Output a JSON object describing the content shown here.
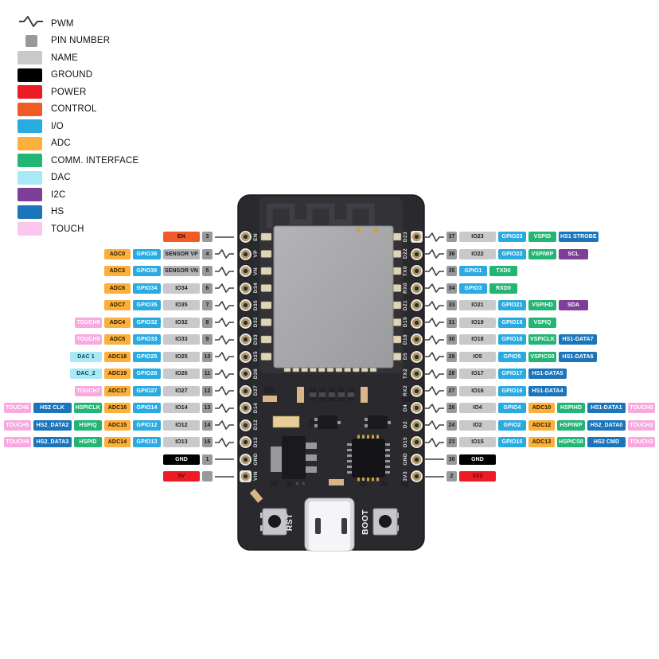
{
  "theme": {
    "colors": {
      "pin": "#97999C",
      "name": "#C8C9CB",
      "sensor": "#B4B5B7",
      "gnd": "#000000",
      "power": "#ED1C24",
      "control": "#F15A24",
      "io": "#29ABE2",
      "adc": "#FBB03B",
      "comm": "#22B573",
      "dac": "#A8E9F8",
      "i2c": "#7D3F98",
      "hs": "#1B75BB",
      "touch": "#F8A9DF",
      "touch_legend": "#FBC6EC",
      "pwm_stroke": "#3F3F3F",
      "line_stroke": "#5A5A5E",
      "board": "#2A2A2E",
      "shield": "#A9A9AB"
    },
    "text": {
      "pin": "#1F1F1F",
      "name": "#1F1F1F",
      "sensor": "#1F1F1F",
      "adc": "#241700",
      "dac": "#0E3B49",
      "control": "#2B0E00",
      "power": "#57080C",
      "gnd": "#FFFFFF",
      "io": "#FFFFFF",
      "comm": "#FFFFFF",
      "i2c": "#FFFFFF",
      "hs": "#FFFFFF",
      "touch": "#FFFFFF"
    },
    "widths": {
      "touch": 34,
      "dac": 40,
      "adc": 33,
      "io": 35,
      "name": 46,
      "comm": 35,
      "hs": 48,
      "i2c": 37,
      "control": 46,
      "gnd": 46,
      "power": 46,
      "sensor": 46,
      "pin": 13
    }
  },
  "legend": {
    "items": [
      {
        "key": "pwm",
        "label": "PWM"
      },
      {
        "key": "pin",
        "label": "PIN NUMBER"
      },
      {
        "key": "name",
        "label": "NAME"
      },
      {
        "key": "gnd",
        "label": "GROUND"
      },
      {
        "key": "power",
        "label": "POWER"
      },
      {
        "key": "control",
        "label": "CONTROL"
      },
      {
        "key": "io",
        "label": "I/O"
      },
      {
        "key": "adc",
        "label": "ADC"
      },
      {
        "key": "comm",
        "label": "COMM. INTERFACE"
      },
      {
        "key": "dac",
        "label": "DAC"
      },
      {
        "key": "i2c",
        "label": "I2C"
      },
      {
        "key": "hs",
        "label": "HS"
      },
      {
        "key": "touch",
        "label": "TOUCH"
      }
    ]
  },
  "pins": {
    "left": [
      {
        "pin": "3",
        "pwm": false,
        "boxes": [
          {
            "label": "EN",
            "type": "control"
          }
        ]
      },
      {
        "pin": "4",
        "pwm": true,
        "boxes": [
          {
            "label": "ADC0",
            "type": "adc"
          },
          {
            "label": "GPIO36",
            "type": "io"
          },
          {
            "label": "SENSOR VP",
            "type": "sensor"
          }
        ]
      },
      {
        "pin": "5",
        "pwm": true,
        "boxes": [
          {
            "label": "ADC3",
            "type": "adc"
          },
          {
            "label": "GPIO39",
            "type": "io"
          },
          {
            "label": "SENSOR VN",
            "type": "sensor"
          }
        ]
      },
      {
        "pin": "6",
        "pwm": true,
        "boxes": [
          {
            "label": "ADC6",
            "type": "adc"
          },
          {
            "label": "GPIO34",
            "type": "io"
          },
          {
            "label": "IO34",
            "type": "name"
          }
        ]
      },
      {
        "pin": "7",
        "pwm": true,
        "boxes": [
          {
            "label": "ADC7",
            "type": "adc"
          },
          {
            "label": "GPIO35",
            "type": "io"
          },
          {
            "label": "IO35",
            "type": "name"
          }
        ]
      },
      {
        "pin": "8",
        "pwm": true,
        "boxes": [
          {
            "label": "TOUCH9",
            "type": "touch"
          },
          {
            "label": "ADC4",
            "type": "adc"
          },
          {
            "label": "GPIO32",
            "type": "io"
          },
          {
            "label": "IO32",
            "type": "name"
          }
        ]
      },
      {
        "pin": "9",
        "pwm": true,
        "boxes": [
          {
            "label": "TOUCH8",
            "type": "touch"
          },
          {
            "label": "ADC5",
            "type": "adc"
          },
          {
            "label": "GPIO33",
            "type": "io"
          },
          {
            "label": "IO33",
            "type": "name"
          }
        ]
      },
      {
        "pin": "10",
        "pwm": true,
        "boxes": [
          {
            "label": "DAC 1",
            "type": "dac"
          },
          {
            "label": "ADC18",
            "type": "adc"
          },
          {
            "label": "GPIO25",
            "type": "io"
          },
          {
            "label": "IO25",
            "type": "name"
          }
        ]
      },
      {
        "pin": "11",
        "pwm": true,
        "boxes": [
          {
            "label": "DAC_2",
            "type": "dac"
          },
          {
            "label": "ADC19",
            "type": "adc"
          },
          {
            "label": "GPIO26",
            "type": "io"
          },
          {
            "label": "IO26",
            "type": "name"
          }
        ]
      },
      {
        "pin": "12",
        "pwm": true,
        "boxes": [
          {
            "label": "TOUCH7",
            "type": "touch"
          },
          {
            "label": "ADC17",
            "type": "adc"
          },
          {
            "label": "GPIO27",
            "type": "io"
          },
          {
            "label": "IO27",
            "type": "name"
          }
        ]
      },
      {
        "pin": "13",
        "pwm": true,
        "boxes": [
          {
            "label": "TOUCH6",
            "type": "touch"
          },
          {
            "label": "HS2 CLK",
            "type": "hs"
          },
          {
            "label": "HSPICLK",
            "type": "comm"
          },
          {
            "label": "ADC16",
            "type": "adc"
          },
          {
            "label": "GPIO14",
            "type": "io"
          },
          {
            "label": "IO14",
            "type": "name"
          }
        ]
      },
      {
        "pin": "14",
        "pwm": true,
        "boxes": [
          {
            "label": "TOUCH5",
            "type": "touch"
          },
          {
            "label": "HS2_DATA2",
            "type": "hs"
          },
          {
            "label": "HSPIQ",
            "type": "comm"
          },
          {
            "label": "ADC15",
            "type": "adc"
          },
          {
            "label": "GPIO12",
            "type": "io"
          },
          {
            "label": "IO12",
            "type": "name"
          }
        ]
      },
      {
        "pin": "16",
        "pwm": true,
        "boxes": [
          {
            "label": "TOUCH4",
            "type": "touch"
          },
          {
            "label": "HS2_DATA3",
            "type": "hs"
          },
          {
            "label": "HSPID",
            "type": "comm"
          },
          {
            "label": "ADC14",
            "type": "adc"
          },
          {
            "label": "GPIO13",
            "type": "io"
          },
          {
            "label": "IO13",
            "type": "name"
          }
        ]
      },
      {
        "pin": "1",
        "pwm": false,
        "boxes": [
          {
            "label": "GND",
            "type": "gnd"
          }
        ]
      },
      {
        "pin": "",
        "pwm": false,
        "boxes": [
          {
            "label": "5V",
            "type": "power"
          }
        ]
      }
    ],
    "right": [
      {
        "pin": "37",
        "pwm": true,
        "boxes": [
          {
            "label": "IO23",
            "type": "name"
          },
          {
            "label": "GPIO23",
            "type": "io"
          },
          {
            "label": "VSPID",
            "type": "comm"
          },
          {
            "label": "HS1 STROBE",
            "type": "hs"
          }
        ]
      },
      {
        "pin": "36",
        "pwm": true,
        "boxes": [
          {
            "label": "IO22",
            "type": "name"
          },
          {
            "label": "GPIO22",
            "type": "io"
          },
          {
            "label": "VSPIWP",
            "type": "comm"
          },
          {
            "label": "SCL",
            "type": "i2c"
          }
        ]
      },
      {
        "pin": "35",
        "pwm": true,
        "boxes": [
          {
            "label": "GPIO1",
            "type": "io"
          },
          {
            "label": "TXD0",
            "type": "comm"
          }
        ]
      },
      {
        "pin": "34",
        "pwm": true,
        "boxes": [
          {
            "label": "GPIO3",
            "type": "io"
          },
          {
            "label": "RXD0",
            "type": "comm"
          }
        ]
      },
      {
        "pin": "33",
        "pwm": true,
        "boxes": [
          {
            "label": "IO21",
            "type": "name"
          },
          {
            "label": "GPIO21",
            "type": "io"
          },
          {
            "label": "VSPIHD",
            "type": "comm"
          },
          {
            "label": "SDA",
            "type": "i2c"
          }
        ]
      },
      {
        "pin": "31",
        "pwm": true,
        "boxes": [
          {
            "label": "IO19",
            "type": "name"
          },
          {
            "label": "GPIO19",
            "type": "io"
          },
          {
            "label": "VSPIQ",
            "type": "comm"
          }
        ]
      },
      {
        "pin": "30",
        "pwm": true,
        "boxes": [
          {
            "label": "IO18",
            "type": "name"
          },
          {
            "label": "GPIO18",
            "type": "io"
          },
          {
            "label": "VSPICLK",
            "type": "comm"
          },
          {
            "label": "HS1-DATA7",
            "type": "hs"
          }
        ]
      },
      {
        "pin": "29",
        "pwm": true,
        "boxes": [
          {
            "label": "IO5",
            "type": "name"
          },
          {
            "label": "GPIO5",
            "type": "io"
          },
          {
            "label": "VSPICS0",
            "type": "comm"
          },
          {
            "label": "HS1-DATA6",
            "type": "hs"
          }
        ]
      },
      {
        "pin": "28",
        "pwm": true,
        "boxes": [
          {
            "label": "IO17",
            "type": "name"
          },
          {
            "label": "GPIO17",
            "type": "io"
          },
          {
            "label": "HS1-DATA5",
            "type": "hs"
          }
        ]
      },
      {
        "pin": "27",
        "pwm": true,
        "boxes": [
          {
            "label": "IO16",
            "type": "name"
          },
          {
            "label": "GPIO16",
            "type": "io"
          },
          {
            "label": "HS1-DATA4",
            "type": "hs"
          }
        ]
      },
      {
        "pin": "26",
        "pwm": true,
        "boxes": [
          {
            "label": "IO4",
            "type": "name"
          },
          {
            "label": "GPIO4",
            "type": "io"
          },
          {
            "label": "ADC10",
            "type": "adc"
          },
          {
            "label": "HSPIHD",
            "type": "comm"
          },
          {
            "label": "HS1-DATA1",
            "type": "hs"
          },
          {
            "label": "TOUCH0",
            "type": "touch"
          }
        ]
      },
      {
        "pin": "24",
        "pwm": true,
        "boxes": [
          {
            "label": "IO2",
            "type": "name"
          },
          {
            "label": "GPIO2",
            "type": "io"
          },
          {
            "label": "ADC12",
            "type": "adc"
          },
          {
            "label": "HSPIWP",
            "type": "comm"
          },
          {
            "label": "HS2_DATA0",
            "type": "hs"
          },
          {
            "label": "TOUCH2",
            "type": "touch"
          }
        ]
      },
      {
        "pin": "23",
        "pwm": true,
        "boxes": [
          {
            "label": "IO15",
            "type": "name"
          },
          {
            "label": "GPIO15",
            "type": "io"
          },
          {
            "label": "ADC13",
            "type": "adc"
          },
          {
            "label": "HSPICS0",
            "type": "comm"
          },
          {
            "label": "HS2 CMD",
            "type": "hs"
          },
          {
            "label": "TOUCH3",
            "type": "touch"
          }
        ]
      },
      {
        "pin": "38",
        "pwm": false,
        "boxes": [
          {
            "label": "GND",
            "type": "gnd"
          }
        ]
      },
      {
        "pin": "2",
        "pwm": false,
        "boxes": [
          {
            "label": "3V3",
            "type": "power"
          }
        ]
      }
    ]
  },
  "board": {
    "left_silkscreen": [
      "EN",
      "VP",
      "VN",
      "D34",
      "D35",
      "D32",
      "D33",
      "D25",
      "D26",
      "D27",
      "D14",
      "D12",
      "D13",
      "GND",
      "VIN"
    ],
    "right_silkscreen": [
      "D23",
      "D22",
      "TX0",
      "RX0",
      "D21",
      "D19",
      "D18",
      "D5",
      "TX2",
      "RX2",
      "D4",
      "D2",
      "D15",
      "GND",
      "3V3"
    ],
    "rst_label": "RST",
    "boot_label": "BOOT"
  }
}
